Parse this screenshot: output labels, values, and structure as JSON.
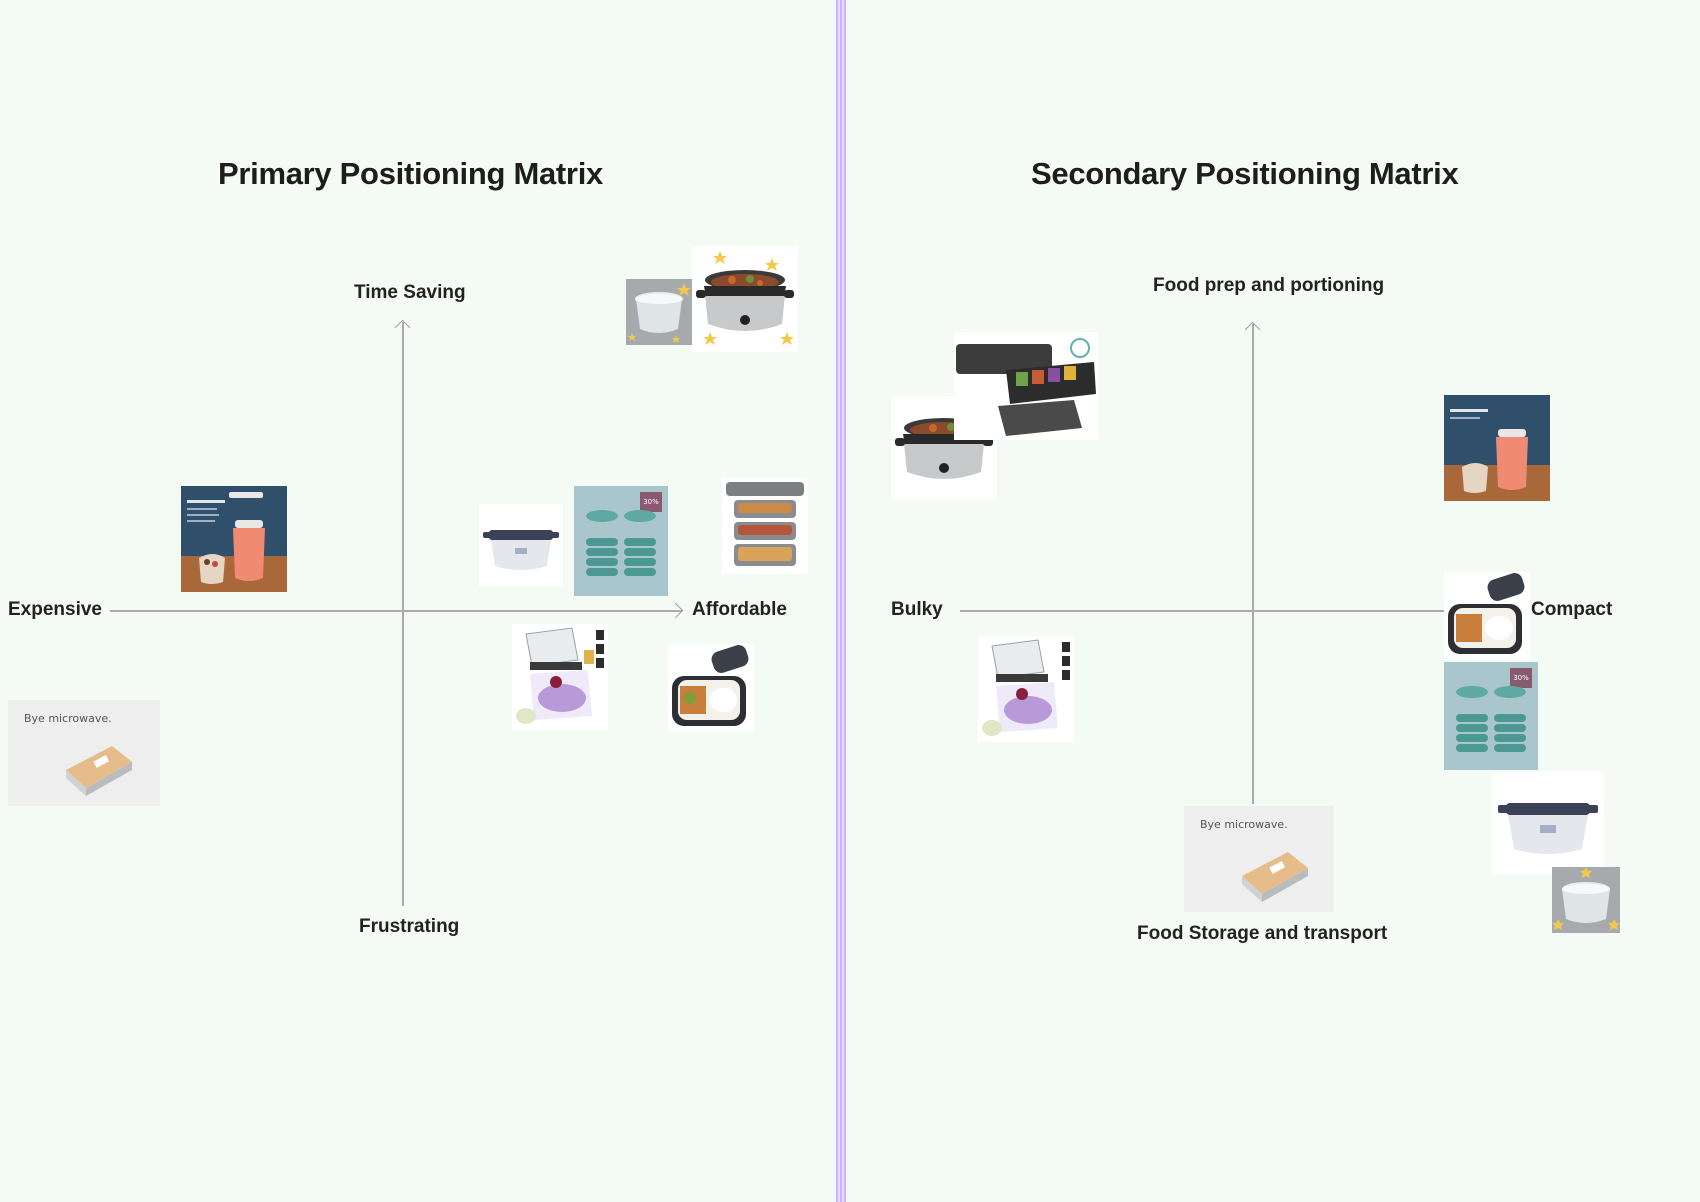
{
  "primary": {
    "title": "Primary Positioning Matrix",
    "axis_top": "Time Saving",
    "axis_bottom": "Frustrating",
    "axis_left": "Expensive",
    "axis_right": "Affordable"
  },
  "secondary": {
    "title": "Secondary Positioning Matrix",
    "axis_top": "Food prep and portioning",
    "axis_bottom": "Food Storage and transport",
    "axis_left": "Bulky",
    "axis_right": "Compact"
  },
  "promo": {
    "bye_microwave": "Bye microwave."
  },
  "badges": {
    "discount": "30%"
  },
  "colors": {
    "background": "#f4fbf4",
    "divider": "#c9b4ff",
    "axis": "#a9aaa9",
    "label": "#222222"
  },
  "icons": {
    "crockpot": "slow-cooker-icon",
    "chopper": "vegetable-chopper-icon",
    "jar": "food-jar-icon",
    "bento": "bento-box-icon"
  }
}
